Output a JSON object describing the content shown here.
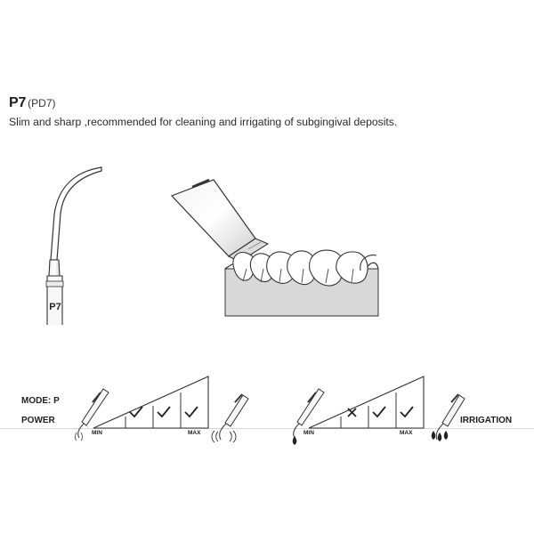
{
  "product": {
    "code": "P7",
    "alt_code": "(PD7)",
    "description": "Slim and sharp ,recommended for cleaning and irrigating of subgingival deposits."
  },
  "tip_label": "P7",
  "settings": {
    "mode_label": "MODE: P",
    "power_label": "POWER",
    "irrigation_label": "IRRIGATION",
    "power_scale": {
      "min_label": "MIN",
      "max_label": "MAX",
      "cells": [
        "check",
        "check",
        "check"
      ]
    },
    "irrigation_scale": {
      "min_label": "MIN",
      "max_label": "MAX",
      "cells": [
        "cross",
        "check",
        "check"
      ]
    }
  },
  "icons": {
    "tip_icon": "scaler-tip-icon",
    "mouth_icon": "teeth-illustration-icon",
    "check_icon": "check-icon",
    "cross_icon": "cross-icon",
    "vibration_icon": "vibration-icon",
    "water_drop_icon": "water-drop-icon",
    "spray_icon": "spray-icon"
  },
  "colors": {
    "text": "#222222",
    "line": "#333333",
    "gingiva": "#d8d8d8",
    "metal": "#c9c9c9"
  }
}
